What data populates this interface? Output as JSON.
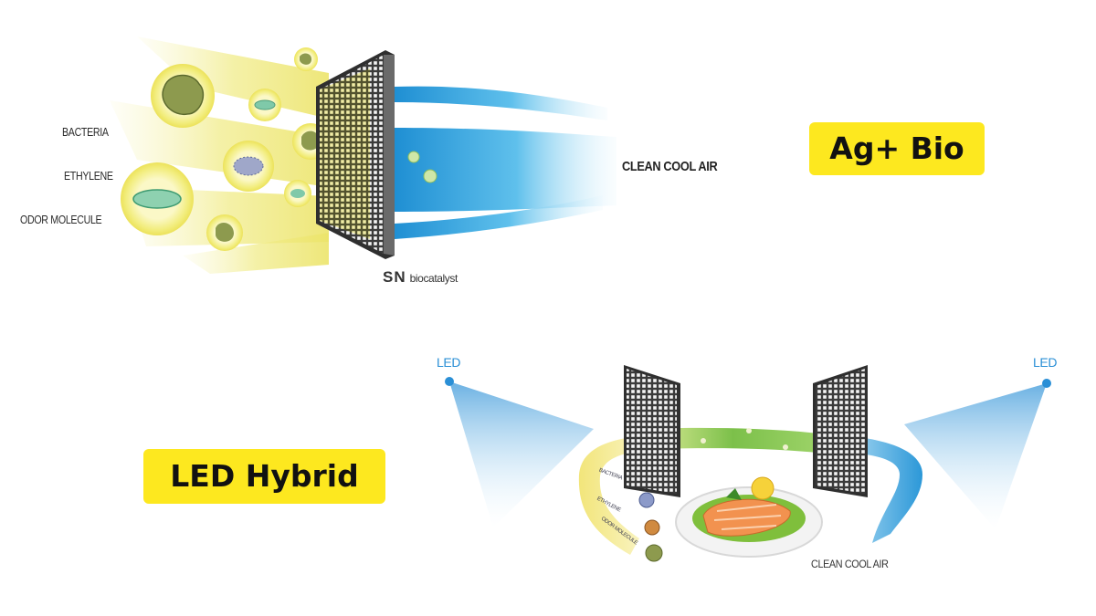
{
  "top_diagram": {
    "labels": {
      "bacteria": "BACTERIA",
      "ethylene": "ETHYLENE",
      "odor": "ODOR MOLECULE"
    },
    "filter_brand": "SN",
    "filter_label": "biocatalyst",
    "output_label": "CLEAN COOL AIR"
  },
  "bottom_diagram": {
    "led_left": "LED",
    "led_right": "LED",
    "band_labels": [
      "BACTERIA",
      "ETHYLENE",
      "ODOR MOLECULE"
    ],
    "output_label": "CLEAN COOL AIR"
  },
  "badges": {
    "ag_bio": "Ag+ Bio",
    "led_hybrid": "LED Hybrid"
  },
  "colors": {
    "badge_yellow": "#fde81f",
    "air_blue": "#2fa3de",
    "glow_yellow": "#f2ef9a",
    "band_green": "#7cc04a",
    "led_blue": "#2a8fd6"
  }
}
